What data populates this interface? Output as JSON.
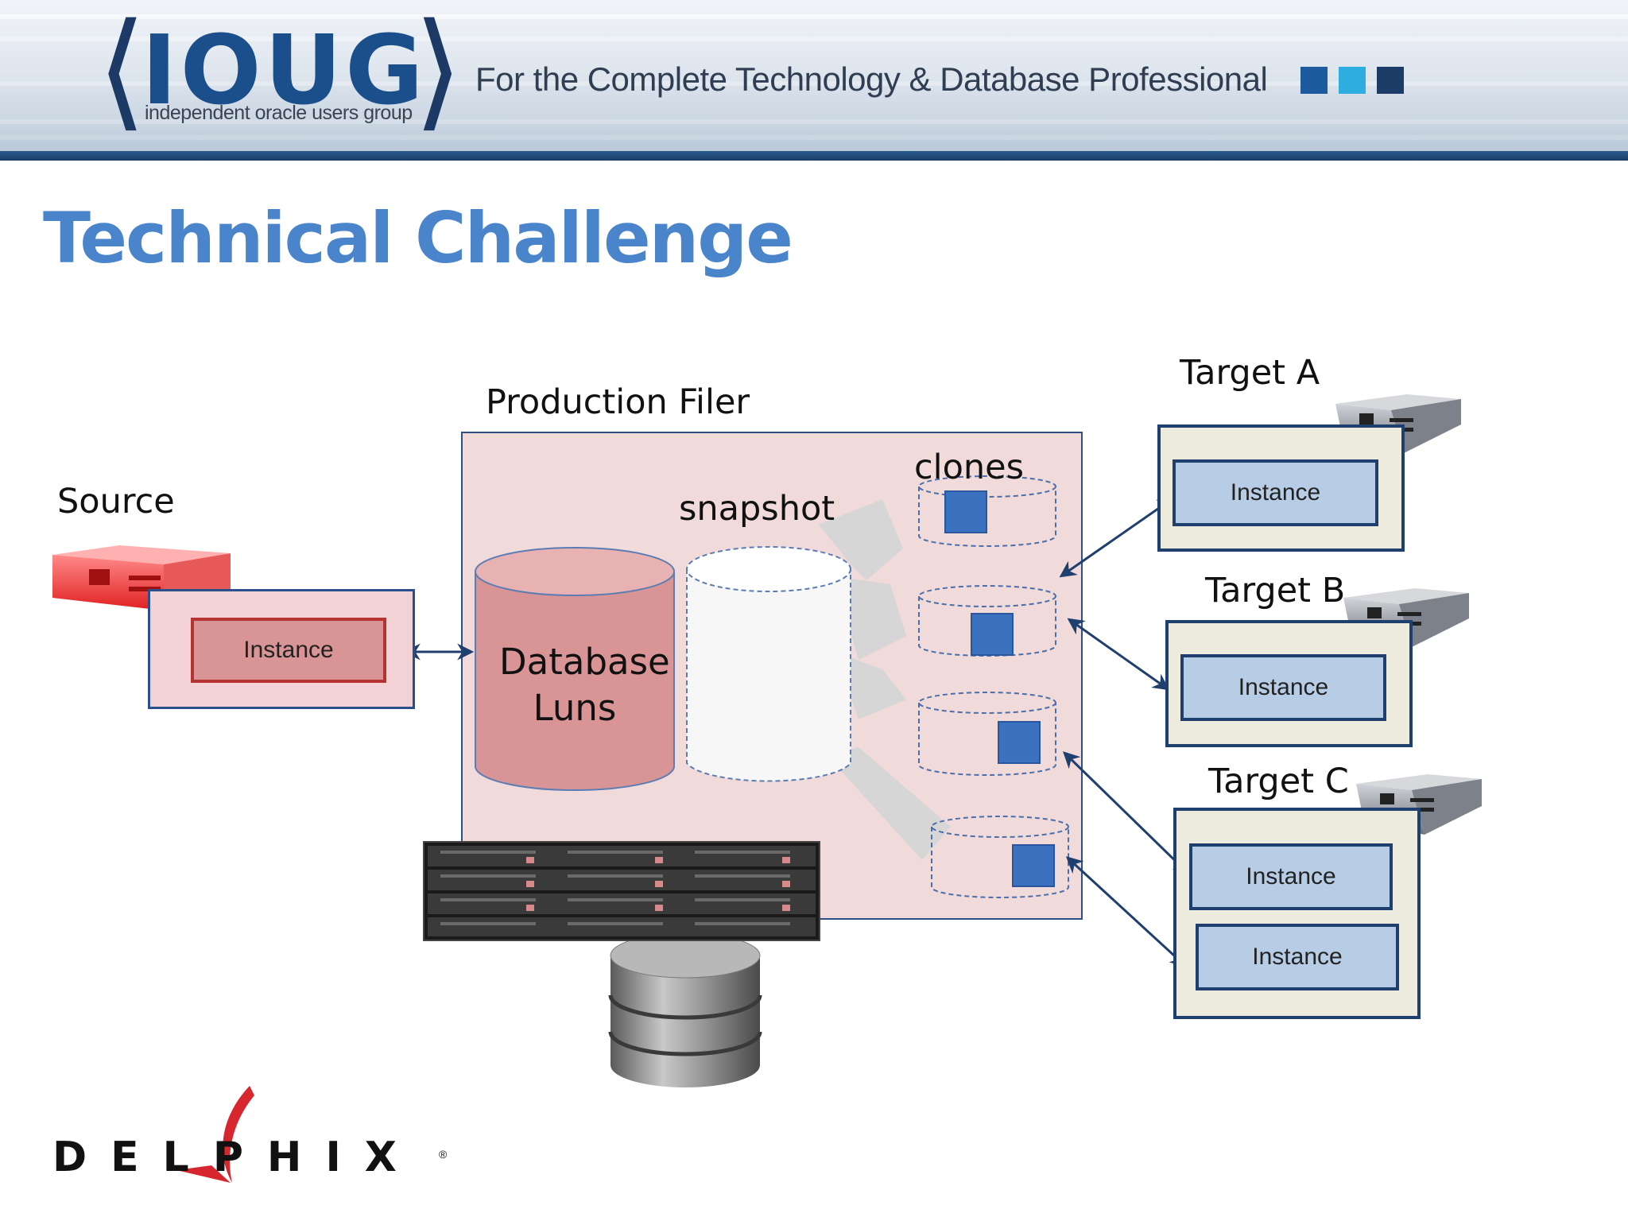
{
  "header": {
    "logo_text": "IOUG",
    "logo_subtitle": "independent oracle users group",
    "tagline": "For the Complete Technology & Database Professional",
    "squares": [
      "#1d5a9e",
      "#2eaee0",
      "#1a3c66"
    ]
  },
  "title": "Technical Challenge",
  "source": {
    "label": "Source",
    "instance_label": "Instance"
  },
  "filer": {
    "label": "Production Filer",
    "database_label_line1": "Database",
    "database_label_line2": "Luns",
    "snapshot_label": "snapshot",
    "clones_label": "clones"
  },
  "targets": [
    {
      "label": "Target A",
      "instances": [
        "Instance"
      ]
    },
    {
      "label": "Target B",
      "instances": [
        "Instance"
      ]
    },
    {
      "label": "Target C",
      "instances": [
        "Instance",
        "Instance"
      ]
    }
  ],
  "footer": {
    "logo_text": "DELPHIX",
    "logo_mark": "®"
  },
  "colors": {
    "title": "#4a85cc",
    "arrow": "#1f3f6e",
    "filer_fill": "#f1dada",
    "db_fill": "#d99596",
    "clone_square": "#3a72c0"
  },
  "icons": [
    "server-icon",
    "storage-rack-icon",
    "database-stack-icon",
    "bidirectional-arrow-icon"
  ]
}
